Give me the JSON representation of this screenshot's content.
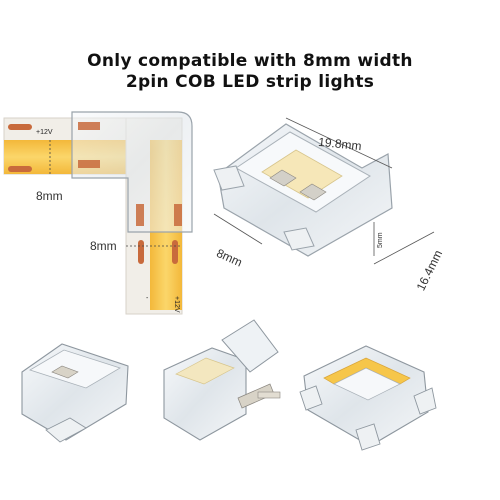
{
  "headline": {
    "line1": "Only compatible with 8mm width",
    "line2": "2pin COB LED strip lights"
  },
  "strip_diagram": {
    "polarity_top": "+12V",
    "polarity_bottom": "+12V",
    "width_label_left": "8mm",
    "width_label_center": "8mm"
  },
  "connector_dimensions": {
    "length": "19.8mm",
    "width": "8mm",
    "depth": "16.4mm",
    "height": "5mm"
  },
  "colors": {
    "led_yellow": "#f6c64a",
    "pcb_white": "#f1eee8",
    "copper": "#c86a3c",
    "clip_clear": "#e9eef2",
    "clip_edge": "#9aa3ab"
  }
}
